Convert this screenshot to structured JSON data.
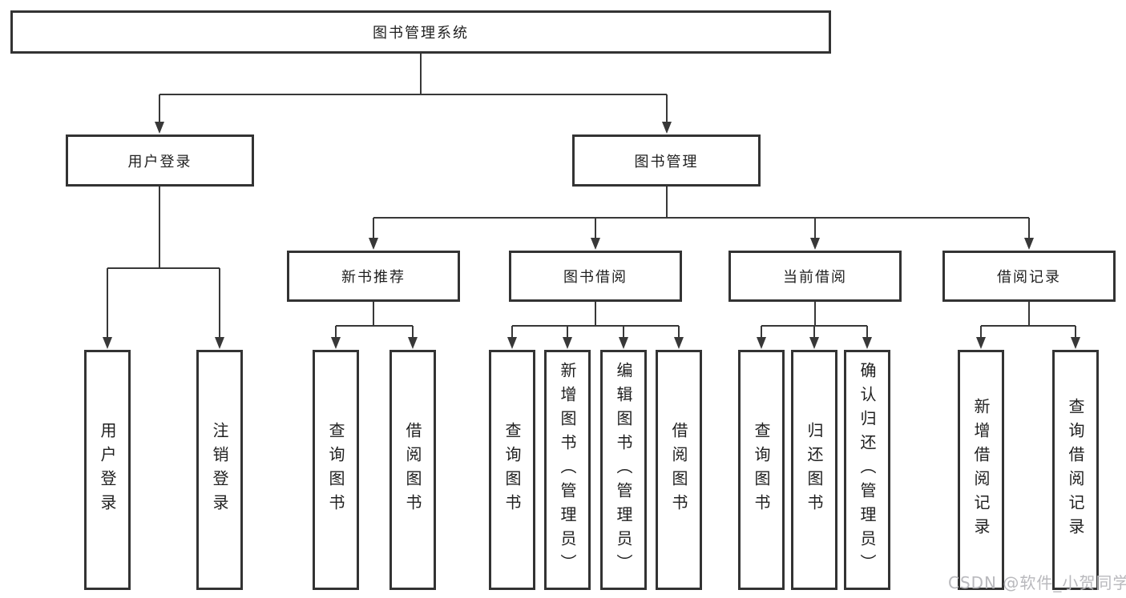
{
  "diagram": {
    "title": "图书管理系统",
    "nodes": {
      "root": "图书管理系统",
      "user_login": "用户登录",
      "book_mgmt": "图书管理",
      "new_books": "新书推荐",
      "book_borrow": "图书借阅",
      "current_borrow": "当前借阅",
      "borrow_records": "借阅记录",
      "leaf_user_login": "用户登录",
      "leaf_logout": "注销登录",
      "leaf_new_query": "查询图书",
      "leaf_new_borrow": "借阅图书",
      "leaf_borrow_query": "查询图书",
      "leaf_borrow_add": "新增图书（管理员）",
      "leaf_borrow_edit": "编辑图书（管理员）",
      "leaf_borrow_borrow": "借阅图书",
      "leaf_cur_query": "查询图书",
      "leaf_cur_return": "归还图书",
      "leaf_cur_confirm": "确认归还（管理员）",
      "leaf_rec_add": "新增借阅记录",
      "leaf_rec_query": "查询借阅记录"
    },
    "hierarchy": {
      "图书管理系统": {
        "用户登录": [
          "用户登录",
          "注销登录"
        ],
        "图书管理": {
          "新书推荐": [
            "查询图书",
            "借阅图书"
          ],
          "图书借阅": [
            "查询图书",
            "新增图书（管理员）",
            "编辑图书（管理员）",
            "借阅图书"
          ],
          "当前借阅": [
            "查询图书",
            "归还图书",
            "确认归还（管理员）"
          ],
          "借阅记录": [
            "新增借阅记录",
            "查询借阅记录"
          ]
        }
      }
    }
  },
  "watermark": {
    "text": "CSDN @软件_小贺同学"
  },
  "colors": {
    "line": "#383838",
    "box_border": "#333333",
    "box_fill": "#ffffff",
    "text": "#1f1f1f",
    "watermark": "#b9b9bd",
    "background": "#ffffff"
  }
}
